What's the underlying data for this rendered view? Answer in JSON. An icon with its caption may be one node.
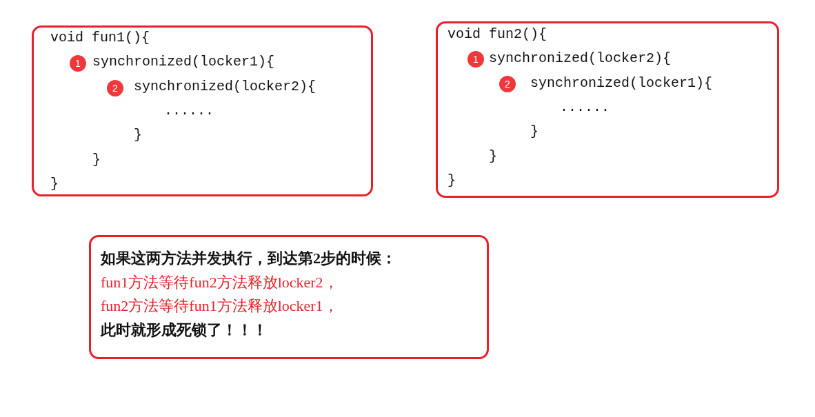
{
  "diagram": {
    "nodes": [
      {
        "text": [
          "void fun1(){",
          "synchronized(locker1){",
          "synchronized(locker2){",
          "......",
          "}",
          "}",
          "}"
        ]
      },
      {
        "text": [
          "1"
        ],
        "in": 0
      },
      {
        "text": [
          "2"
        ],
        "in": 0
      },
      {
        "text": [
          "void fun2(){",
          "synchronized(locker2){",
          "synchronized(locker1){",
          "......",
          "}",
          "}",
          "}"
        ]
      },
      {
        "text": [
          "1"
        ],
        "in": 3
      },
      {
        "text": [
          "2"
        ],
        "in": 3
      },
      {
        "text": [
          "如果这两方法并发执行，到达第2步的时候：",
          "fun1方法等待fun2方法释放locker2，",
          "fun2方法等待fun1方法释放locker1，",
          "此时就形成死锁了！！！"
        ]
      }
    ]
  }
}
